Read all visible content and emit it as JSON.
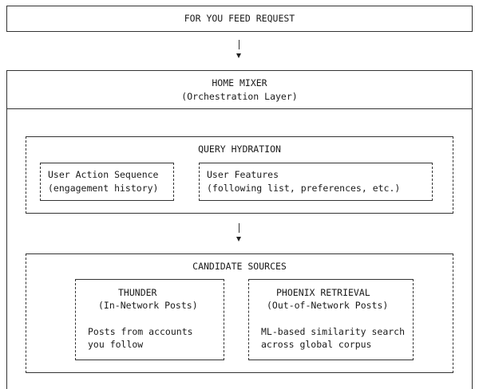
{
  "feed_request": {
    "label": "FOR YOU FEED REQUEST"
  },
  "home_mixer": {
    "title": "HOME MIXER",
    "subtitle": "(Orchestration Layer)"
  },
  "query_hydration": {
    "title": "QUERY HYDRATION",
    "user_action_sequence": {
      "title": "User Action Sequence",
      "subtitle": "(engagement history)"
    },
    "user_features": {
      "title": "User Features",
      "subtitle": "(following list, preferences, etc.)"
    }
  },
  "candidate_sources": {
    "title": "CANDIDATE SOURCES",
    "thunder": {
      "title": "THUNDER",
      "subtitle": "(In-Network Posts)",
      "desc_line1": "Posts from accounts",
      "desc_line2": "you follow"
    },
    "phoenix": {
      "title": "PHOENIX RETRIEVAL",
      "subtitle": "(Out-of-Network Posts)",
      "desc_line1": "ML-based similarity search",
      "desc_line2": "across global corpus"
    }
  }
}
